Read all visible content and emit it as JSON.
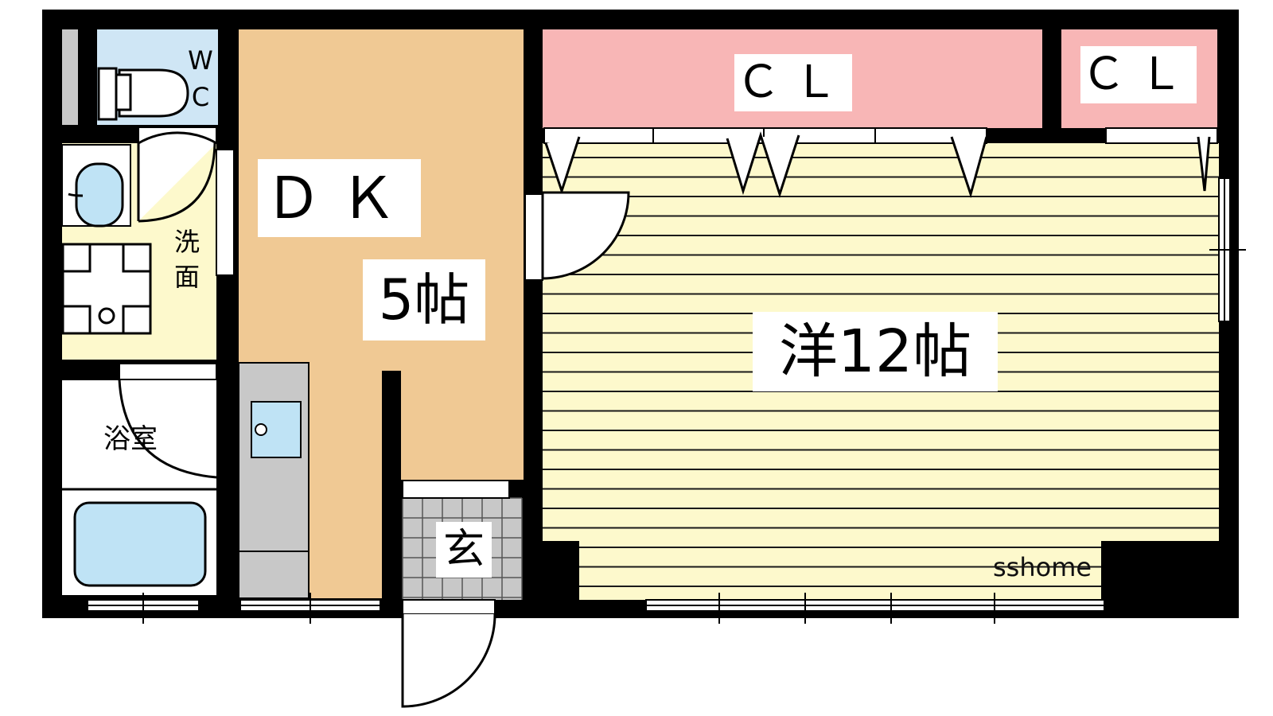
{
  "rooms": {
    "dk_name": "ＤＫ",
    "dk_size": "5帖",
    "western_room": "洋12帖",
    "closet_1": "ＣＬ",
    "closet_2": "ＣＬ",
    "wc_line1": "W",
    "wc_line2": "C",
    "washroom_line1": "洗",
    "washroom_line2": "面",
    "bathroom": "浴室",
    "entrance": "玄"
  },
  "watermark": "sshome",
  "colors": {
    "wall": "#000000",
    "dk_floor": "#f0c994",
    "western_floor": "#fdf9cc",
    "floor_stripe": "#1a1a1a",
    "closet": "#f8b6b6",
    "wc_room": "#cfe6f5",
    "fixture_blue": "#bfe3f5",
    "kitchen_counter": "#c8c8c8",
    "entrance_tile": "#c8c8c8",
    "washroom_floor": "#fdf9cc"
  }
}
